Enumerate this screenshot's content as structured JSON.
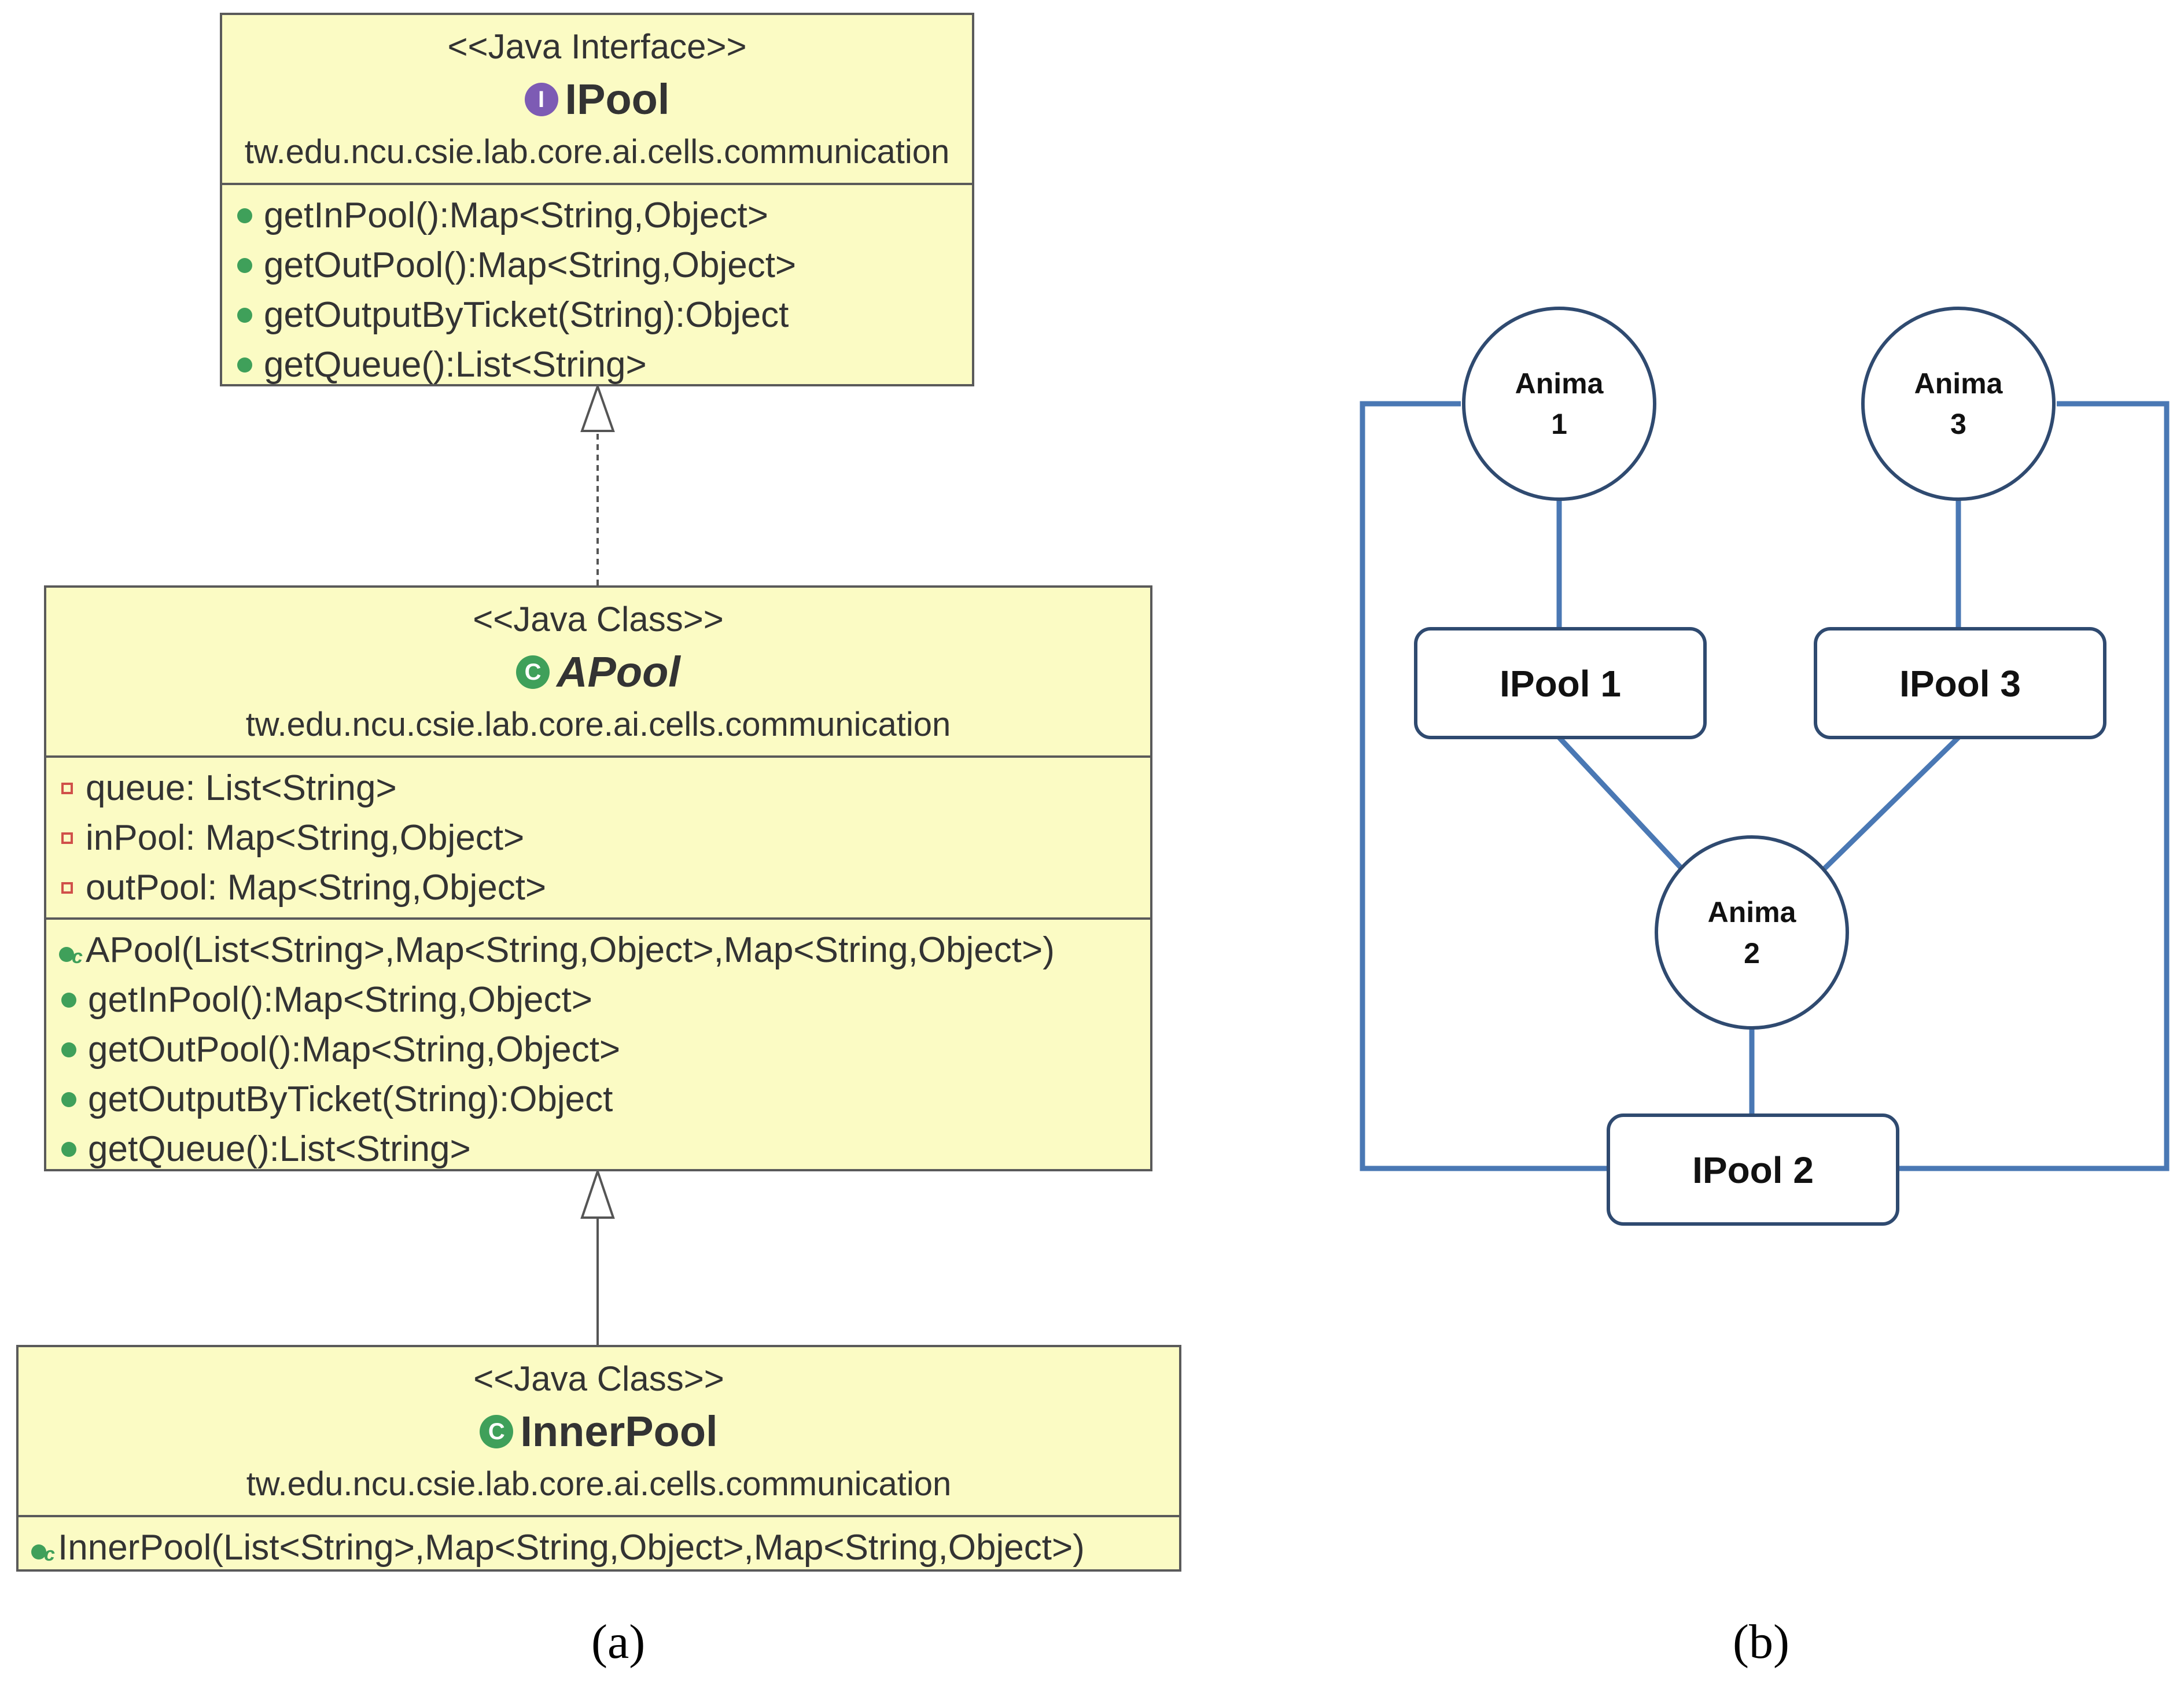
{
  "uml": {
    "ipool": {
      "stereotype": "<<Java Interface>>",
      "icon": "interface-icon",
      "icon_glyph": "I",
      "name": "IPool",
      "package": "tw.edu.ncu.csie.lab.core.ai.cells.communication",
      "methods": [
        "getInPool():Map<String,Object>",
        "getOutPool():Map<String,Object>",
        "getOutputByTicket(String):Object",
        "getQueue():List<String>"
      ]
    },
    "apool": {
      "stereotype": "<<Java Class>>",
      "icon": "abstract-class-icon",
      "icon_glyph": "C",
      "name": "APool",
      "package": "tw.edu.ncu.csie.lab.core.ai.cells.communication",
      "fields": [
        "queue: List<String>",
        "inPool: Map<String,Object>",
        "outPool: Map<String,Object>"
      ],
      "constructor": "APool(List<String>,Map<String,Object>,Map<String,Object>)",
      "methods": [
        "getInPool():Map<String,Object>",
        "getOutPool():Map<String,Object>",
        "getOutputByTicket(String):Object",
        "getQueue():List<String>"
      ]
    },
    "innerpool": {
      "stereotype": "<<Java Class>>",
      "icon": "class-icon",
      "icon_glyph": "C",
      "name": "InnerPool",
      "package": "tw.edu.ncu.csie.lab.core.ai.cells.communication",
      "constructor": "InnerPool(List<String>,Map<String,Object>,Map<String,Object>)"
    }
  },
  "network": {
    "anima1": {
      "line1": "Anima",
      "line2": "1"
    },
    "anima2": {
      "line1": "Anima",
      "line2": "2"
    },
    "anima3": {
      "line1": "Anima",
      "line2": "3"
    },
    "ipool1": "IPool 1",
    "ipool2": "IPool 2",
    "ipool3": "IPool 3"
  },
  "captions": {
    "a": "(a)",
    "b": "(b)"
  },
  "colors": {
    "line": "#4a78b4",
    "uml_fill": "#fbfbc4",
    "uml_border": "#5a5a5a"
  }
}
